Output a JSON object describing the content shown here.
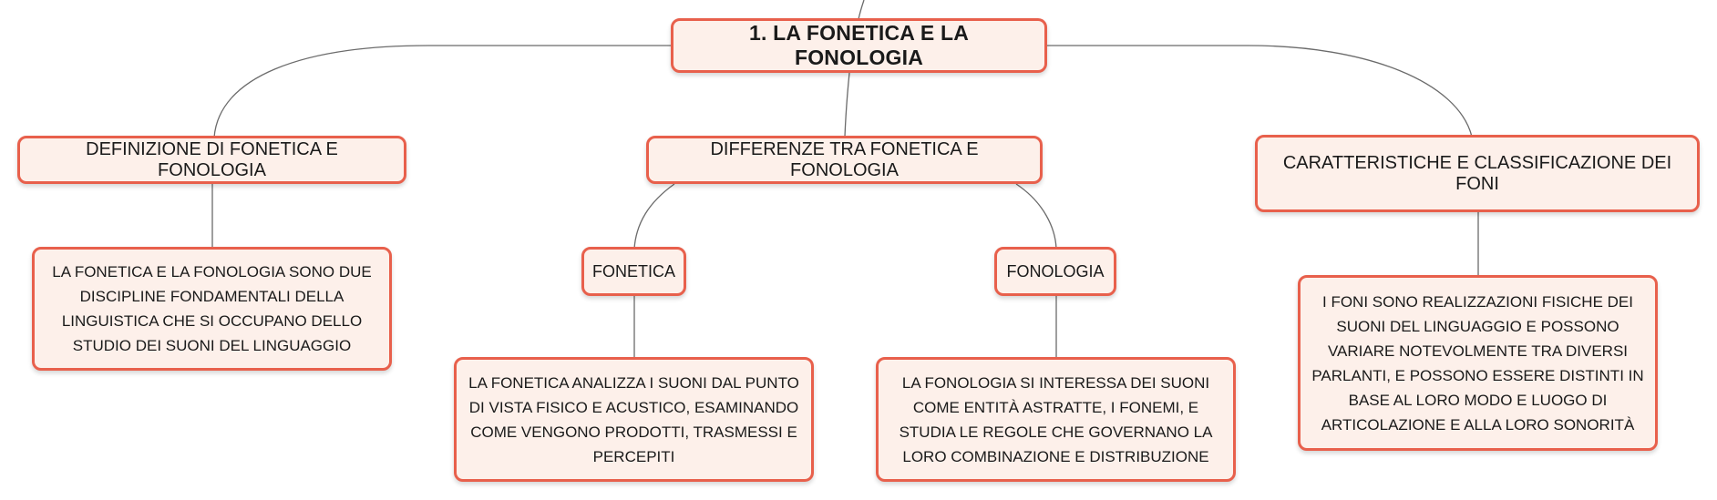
{
  "colors": {
    "node_fill": "#fdf0ea",
    "node_border": "#e8604c",
    "connector": "#6b6b6b",
    "text": "#1a1a1a"
  },
  "mindmap": {
    "root": "1. LA FONETICA E LA FONOLOGIA",
    "definizione": {
      "title": "DEFINIZIONE DI FONETICA E FONOLOGIA",
      "description": "LA FONETICA E LA FONOLOGIA SONO DUE DISCIPLINE FONDAMENTALI DELLA LINGUISTICA CHE SI OCCUPANO DELLO STUDIO DEI SUONI DEL LINGUAGGIO"
    },
    "differenze": {
      "title": "DIFFERENZE TRA FONETICA E FONOLOGIA",
      "fonetica": {
        "title": "FONETICA",
        "description": "LA FONETICA ANALIZZA I SUONI DAL PUNTO DI VISTA FISICO E ACUSTICO, ESAMINANDO COME VENGONO PRODOTTI, TRASMESSI E PERCEPITI"
      },
      "fonologia": {
        "title": "FONOLOGIA",
        "description": "LA FONOLOGIA SI INTERESSA DEI SUONI COME ENTITÀ ASTRATTE, I FONEMI, E STUDIA LE REGOLE CHE GOVERNANO LA LORO COMBINAZIONE E DISTRIBUZIONE"
      }
    },
    "caratteristiche": {
      "title": "CARATTERISTICHE E CLASSIFICAZIONE DEI FONI",
      "description": "I FONI SONO REALIZZAZIONI FISICHE DEI SUONI DEL LINGUAGGIO E POSSONO VARIARE NOTEVOLMENTE TRA DIVERSI PARLANTI, E POSSONO ESSERE DISTINTI IN BASE AL LORO MODO E LUOGO DI ARTICOLAZIONE E ALLA LORO SONORITÀ"
    }
  }
}
